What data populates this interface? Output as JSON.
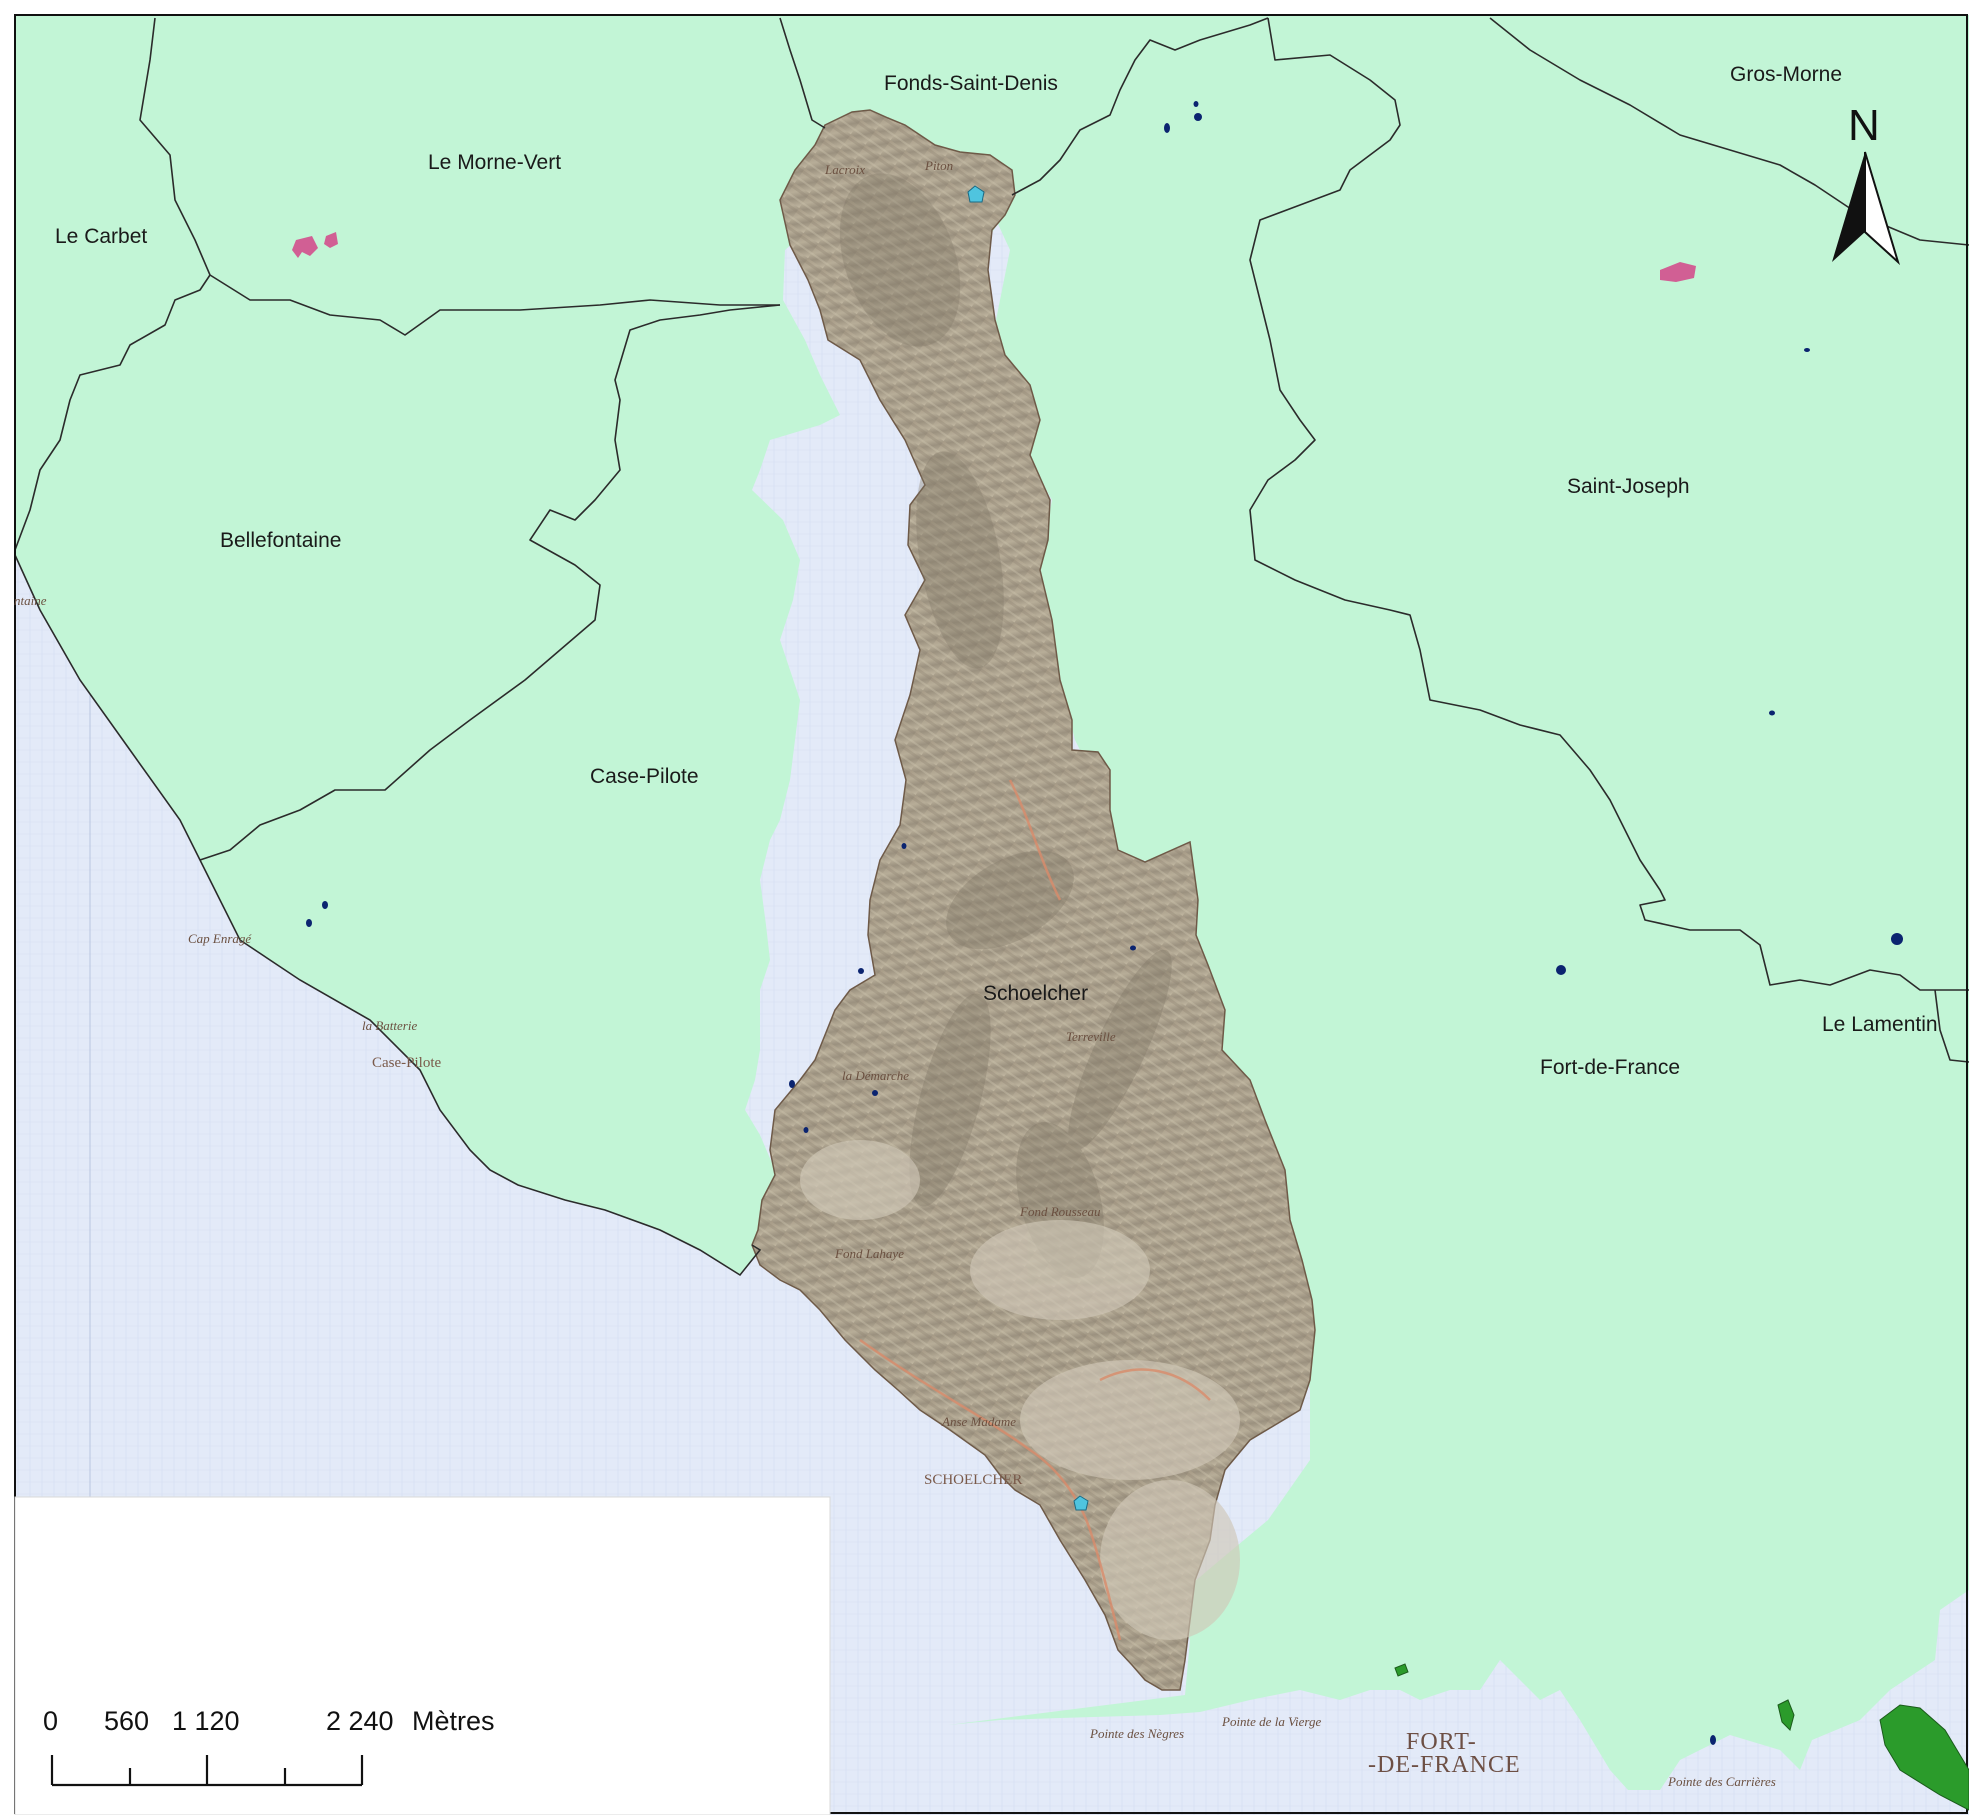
{
  "communes": [
    {
      "id": "fonds-saint-denis",
      "name": "Fonds-Saint-Denis"
    },
    {
      "id": "gros-morne",
      "name": "Gros-Morne"
    },
    {
      "id": "le-morne-vert",
      "name": "Le Morne-Vert"
    },
    {
      "id": "le-carbet",
      "name": "Le Carbet"
    },
    {
      "id": "saint-joseph",
      "name": "Saint-Joseph"
    },
    {
      "id": "bellefontaine",
      "name": "Bellefontaine"
    },
    {
      "id": "case-pilote",
      "name": "Case-Pilote"
    },
    {
      "id": "schoelcher",
      "name": "Schoelcher"
    },
    {
      "id": "le-lamentin",
      "name": "Le Lamentin"
    },
    {
      "id": "fort-de-france",
      "name": "Fort-de-France"
    }
  ],
  "basemap_labels": {
    "case_pilote_town": "Case-Pilote",
    "schoelcher_town": "SCHOELCHER",
    "fort_de_france_city_1": "FORT-",
    "fort_de_france_city_2": "-DE-FRANCE",
    "cap_enrage": "Cap Enragé",
    "la_batterie": "la Batterie",
    "terreville": "Terreville",
    "fond_rousseau": "Fond Rousseau",
    "fond_lahaye": "Fond Lahaye",
    "la_demarche": "la Démarche",
    "pointe_des_negres": "Pointe des Nègres",
    "pointe_de_la_vierge": "Pointe de la Vierge",
    "pointe_des_carrieres": "Pointe des Carrières",
    "anse_madame": "Anse Madame",
    "fontaine_fragment": "ntaine",
    "lacroix": "Lacroix",
    "piton": "Piton"
  },
  "north_arrow": {
    "label": "N"
  },
  "scale_bar": {
    "ticks": [
      "0",
      "560",
      "1 120",
      "2 240"
    ],
    "unit": "Mètres"
  },
  "colors": {
    "commune_fill": "#c2f5d6",
    "sea": "#e2e9f7",
    "relief": "#b5ab96",
    "water_dots": "#0b2470",
    "pink_patches": "#d15f94",
    "mangrove": "#2b9b2b",
    "point_marker": "#4fc4df"
  }
}
